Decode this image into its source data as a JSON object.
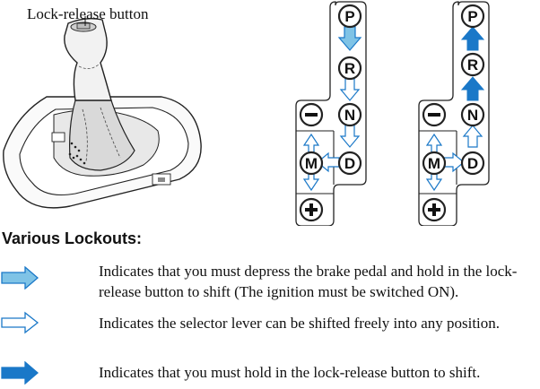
{
  "illustration": {
    "callout": "Lock-release button"
  },
  "gate": {
    "positions": [
      "P",
      "R",
      "N",
      "D",
      "M"
    ],
    "minus_symbol": "−",
    "plus_symbol": "+"
  },
  "legend": {
    "heading": "Various Lockouts:",
    "items": [
      {
        "arrow_style": "light-blue-filled",
        "color": "#7fc3e6",
        "text": "Indicates that you must depress the brake pedal and hold in the lock-release button to shift (The ignition must be switched ON)."
      },
      {
        "arrow_style": "outline",
        "color": "#ffffff",
        "text": "Indicates the selector lever can be shifted freely into any position."
      },
      {
        "arrow_style": "dark-blue-filled",
        "color": "#1a78c8",
        "text": "Indicates that you must hold in the lock-release button to shift."
      }
    ]
  },
  "colors": {
    "accent_light": "#7fc3e6",
    "accent_dark": "#1a78c8",
    "stroke": "#1a78c8",
    "outline": "#222222"
  }
}
